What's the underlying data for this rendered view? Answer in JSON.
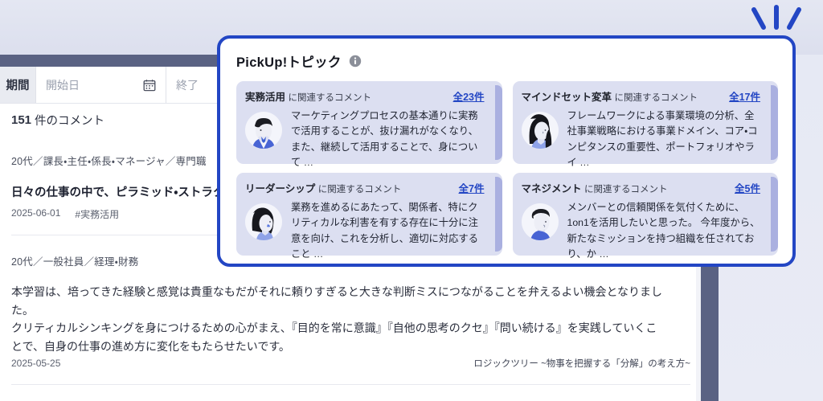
{
  "background": {
    "filter": {
      "label": "期間",
      "start_placeholder": "開始日",
      "end_placeholder": "終了",
      "calendar_icon": "calendar-icon"
    },
    "comment_count": {
      "number": "151",
      "suffix": "件のコメント"
    },
    "comments": [
      {
        "meta": "20代／課長・主任・係長・マネージャ／専門職",
        "title": "日々の仕事の中で、ピラミッド・ストラク",
        "date": "2025-06-01",
        "tag": "#実務活用"
      },
      {
        "meta": "20代／一般社員／経理・財務",
        "body_lines": [
          "本学習は、培ってきた経験と感覚は貴重なもだがそれに頼りすぎると大きな判断ミスにつながることを弁えるよい機会となりまし",
          "た。",
          "クリティカルシンキングを身につけるための心がまえ、『目的を常に意識』『自他の思考のクセ』『問い続ける』を実践していくこ",
          "とで、自身の仕事の進め方に変化をもたらせたいです。"
        ],
        "date": "2025-05-25",
        "course": "ロジックツリー ~物事を把握する「分解」の考え方~"
      }
    ]
  },
  "pickup": {
    "title": "PickUp!トピック",
    "info_icon": "info-icon",
    "border_color": "#2346c4",
    "card_bg": "#dcdff1",
    "link_color": "#2346c4",
    "suffix_text": "に関連するコメント",
    "cards": [
      {
        "keyword": "実務活用",
        "suffix": "に関連するコメント",
        "link": "全23件",
        "avatar": "avatar-man-dark-hair",
        "text": "マーケティングプロセスの基本通りに実務で活用することが、抜け漏れがなくなり、また、継続して活用することで、身について …"
      },
      {
        "keyword": "マインドセット変革",
        "suffix": "に関連するコメント",
        "link": "全17件",
        "avatar": "avatar-woman-long-hair",
        "text": "フレームワークによる事業環境の分析、全社事業戦略における事業ドメイン、コア・コンピタンスの重要性、ポートフォリオやライ …"
      },
      {
        "keyword": "リーダーシップ",
        "suffix": "に関連するコメント",
        "link": "全7件",
        "avatar": "avatar-woman-bob-hair",
        "text": "業務を進めるにあたって、関係者、特にクリティカルな利害を有する存在に十分に注意を向け、これを分析し、適切に対応すること …"
      },
      {
        "keyword": "マネジメント",
        "suffix": "に関連するコメント",
        "link": "全5件",
        "avatar": "avatar-man-blue-shirt",
        "text": "メンバーとの信頼関係を気付くために、1on1を活用したいと思った。 今年度から、新たなミッションを持つ組織を任されており、か …"
      }
    ]
  },
  "decoration": {
    "sparkle_icon": "sparkle-lines-icon",
    "sparkle_color": "#2346c4"
  }
}
